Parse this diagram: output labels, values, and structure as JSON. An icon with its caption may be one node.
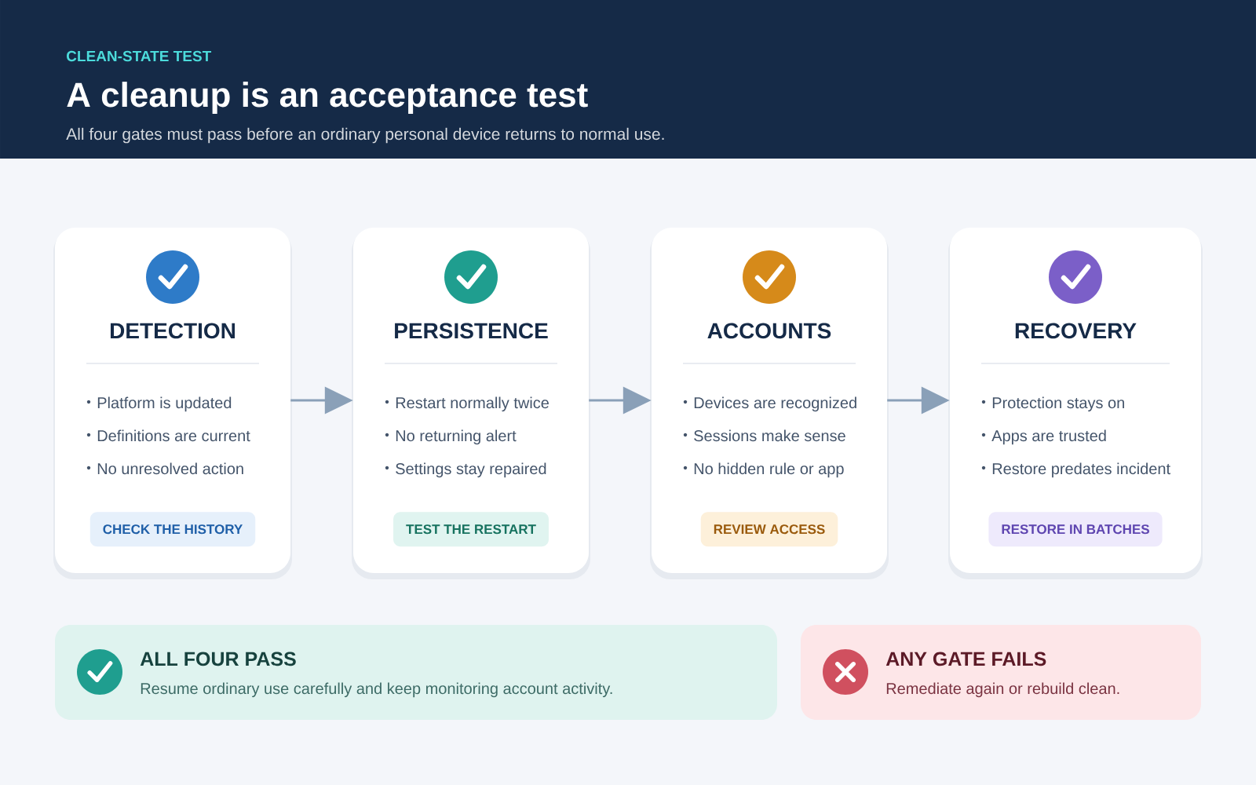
{
  "diagram": {
    "title": "A cleanup is an acceptance test",
    "nodes": [
      {
        "text": [
          "DETECTION",
          "Platform is updated",
          "Definitions are current",
          "No unresolved action"
        ]
      },
      {
        "text": [
          "CHECK THE HISTORY"
        ],
        "in": 0
      },
      {
        "text": [
          "PERSISTENCE",
          "Restart normally twice",
          "No returning alert",
          "Settings stay repaired"
        ]
      },
      {
        "text": [
          "TEST THE RESTART"
        ],
        "in": 2
      },
      {
        "text": [
          "ACCOUNTS",
          "Devices are recognized",
          "Sessions make sense",
          "No hidden rule or app"
        ]
      },
      {
        "text": [
          "REVIEW ACCESS"
        ],
        "in": 4
      },
      {
        "text": [
          "RECOVERY",
          "Protection stays on",
          "Apps are trusted",
          "Restore predates incident"
        ]
      },
      {
        "text": [
          "RESTORE IN BATCHES"
        ],
        "in": 6
      },
      {
        "text": [
          "ALL FOUR PASS",
          "Resume ordinary use carefully and keep monitoring account activity."
        ]
      },
      {
        "text": [
          "ANY GATE FAILS",
          "Remediate again or rebuild clean."
        ]
      }
    ],
    "edges": [
      {
        "from": 0,
        "to": 2,
        "arrow": "to"
      },
      {
        "from": 2,
        "to": 4,
        "arrow": "to"
      },
      {
        "from": 4,
        "to": 6,
        "arrow": "to"
      }
    ],
    "labels": [
      "CLEAN-STATE TEST",
      "All four gates must pass before an ordinary personal device returns to normal use."
    ]
  }
}
